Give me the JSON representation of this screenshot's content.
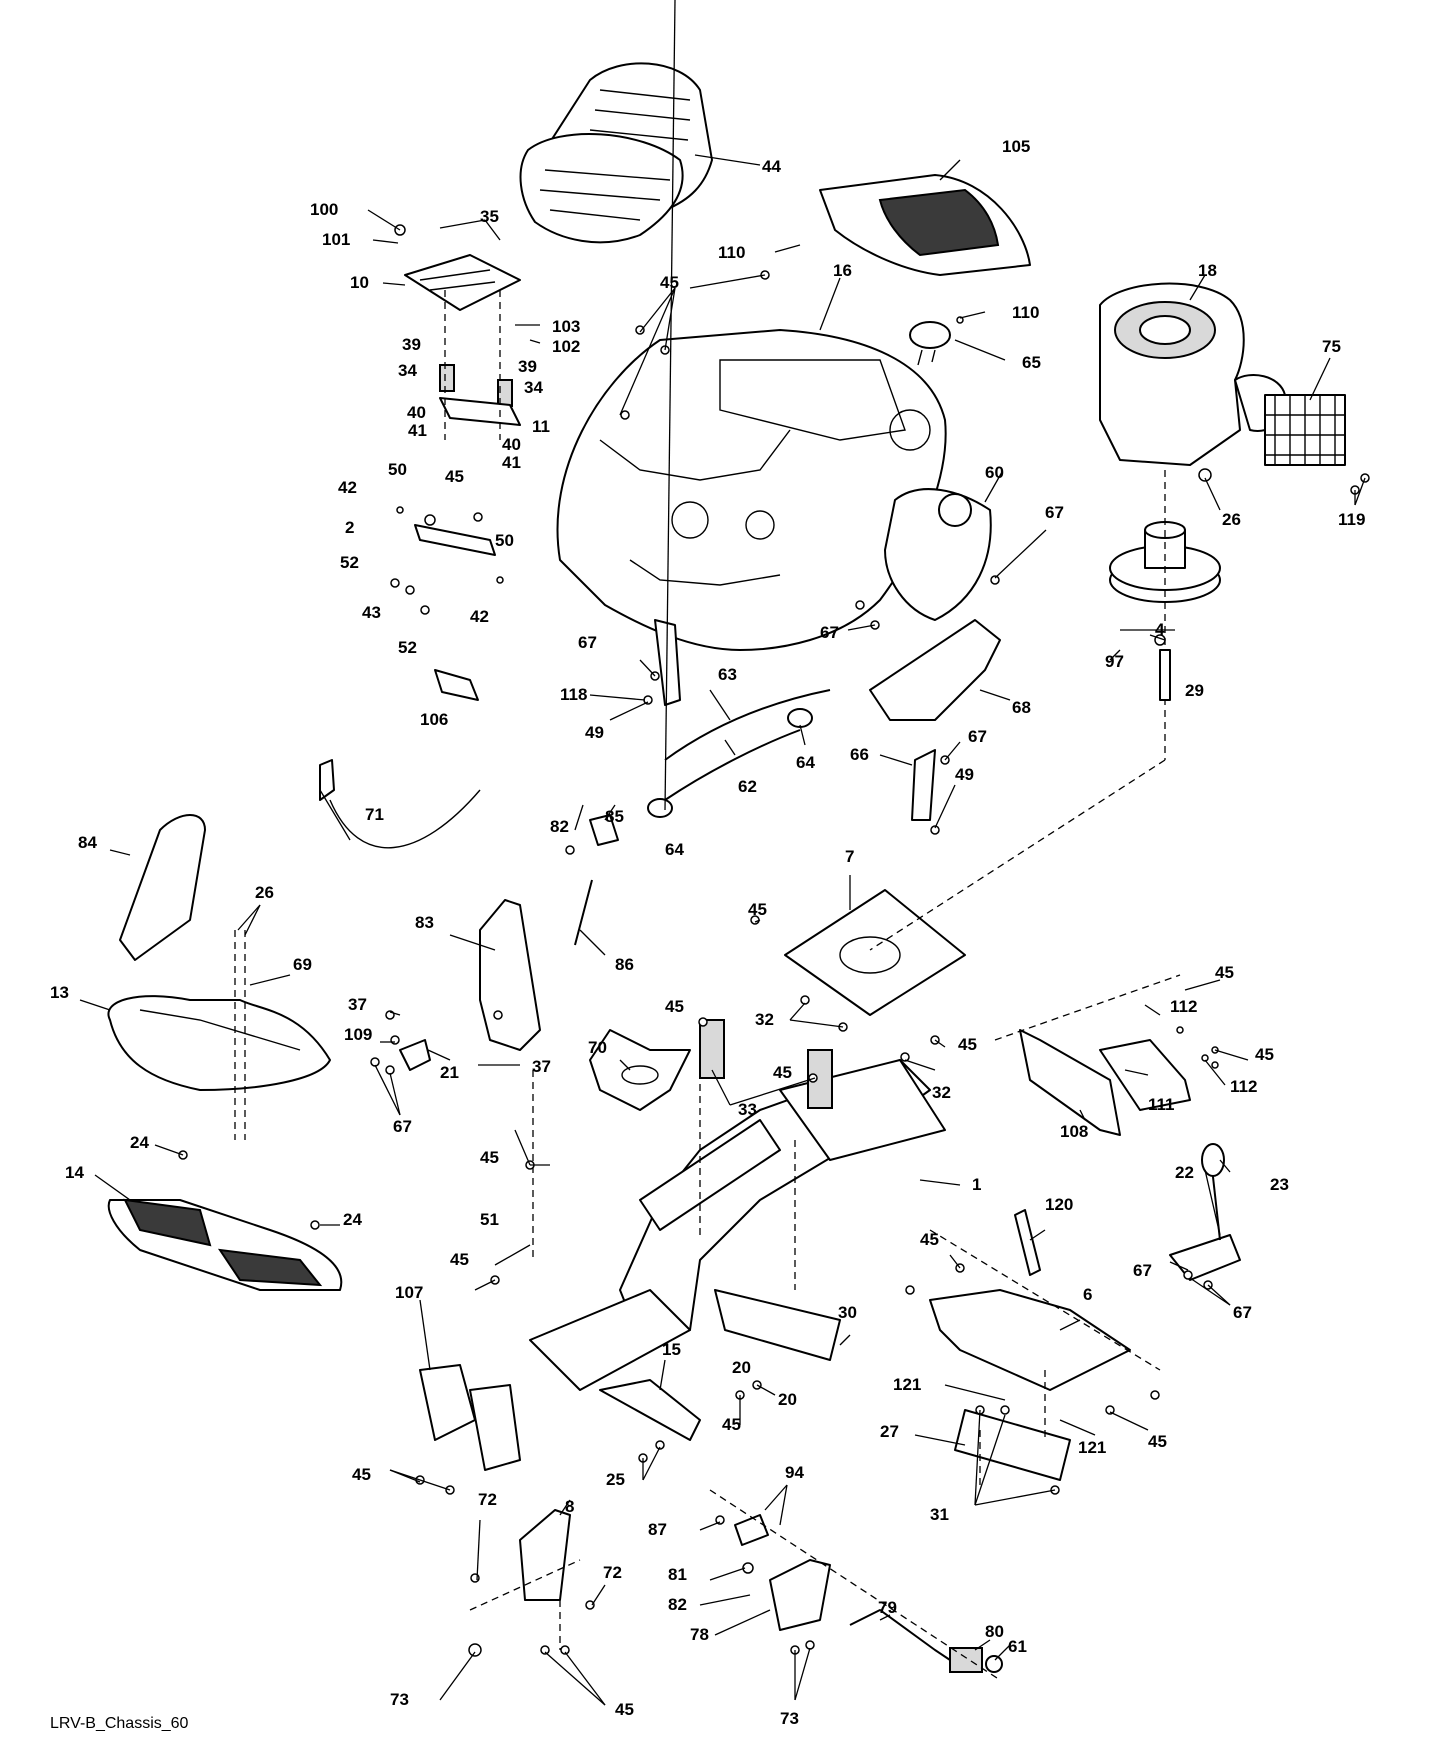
{
  "diagram_id": "LRV-B_Chassis_60",
  "callouts": {
    "c1": "1",
    "c2": "2",
    "c4": "4",
    "c6": "6",
    "c7": "7",
    "c8": "8",
    "c10": "10",
    "c11": "11",
    "c13": "13",
    "c14": "14",
    "c15": "15",
    "c16": "16",
    "c18": "18",
    "c20": "20",
    "c21": "21",
    "c22": "22",
    "c23": "23",
    "c24": "24",
    "c25": "25",
    "c26": "26",
    "c27": "27",
    "c29": "29",
    "c30": "30",
    "c31": "31",
    "c32": "32",
    "c33": "33",
    "c34": "34",
    "c35": "35",
    "c37": "37",
    "c39": "39",
    "c40": "40",
    "c41": "41",
    "c42": "42",
    "c43": "43",
    "c44": "44",
    "c45": "45",
    "c49": "49",
    "c50": "50",
    "c51": "51",
    "c52": "52",
    "c60": "60",
    "c61": "61",
    "c62": "62",
    "c63": "63",
    "c64": "64",
    "c65": "65",
    "c66": "66",
    "c67": "67",
    "c68": "68",
    "c69": "69",
    "c70": "70",
    "c71": "71",
    "c72": "72",
    "c73": "73",
    "c75": "75",
    "c78": "78",
    "c79": "79",
    "c80": "80",
    "c81": "81",
    "c82": "82",
    "c83": "83",
    "c84": "84",
    "c85": "85",
    "c86": "86",
    "c87": "87",
    "c94": "94",
    "c97": "97",
    "c100": "100",
    "c101": "101",
    "c102": "102",
    "c103": "103",
    "c105": "105",
    "c106": "106",
    "c107": "107",
    "c108": "108",
    "c109": "109",
    "c110": "110",
    "c111": "111",
    "c112": "112",
    "c118": "118",
    "c119": "119",
    "c120": "120",
    "c121": "121"
  }
}
